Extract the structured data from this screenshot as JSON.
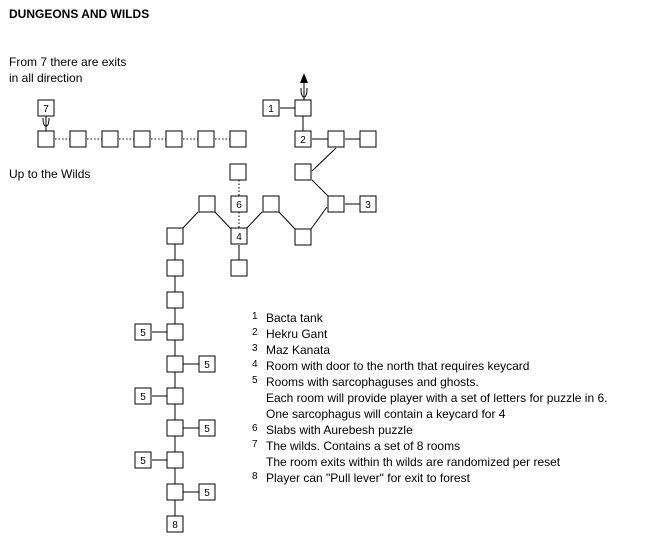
{
  "title": "DUNGEONS AND WILDS",
  "note_exits": [
    "From 7 there are exits",
    "in all direction"
  ],
  "note_wilds": "Up to the Wilds",
  "map_labels": {
    "r1": "1",
    "r2": "2",
    "r3": "3",
    "r4": "4",
    "r6": "6",
    "r7": "7",
    "r8": "8",
    "s1": "5",
    "s2": "5",
    "s3": "5",
    "s4": "5",
    "s5": "5",
    "s6": "5"
  },
  "legend": [
    {
      "num": "1",
      "text": "Bacta tank"
    },
    {
      "num": "2",
      "text": "Hekru Gant"
    },
    {
      "num": "3",
      "text": "Maz Kanata"
    },
    {
      "num": "4",
      "text": "Room with door to the north that requires keycard"
    },
    {
      "num": "5",
      "text": "Rooms with sarcophaguses and ghosts."
    },
    {
      "num": "",
      "text": "Each room will provide player with a set of letters for puzzle in 6."
    },
    {
      "num": "",
      "text": "One sarcophagus will contain a keycard for 4"
    },
    {
      "num": "6",
      "text": "Slabs with Aurebesh puzzle"
    },
    {
      "num": "7",
      "text": "The wilds. Contains a set of 8 rooms"
    },
    {
      "num": "",
      "text": "The room exits within th wilds are randomized per reset"
    },
    {
      "num": "8",
      "text": "Player can \"Pull lever\" for exit to forest"
    }
  ]
}
